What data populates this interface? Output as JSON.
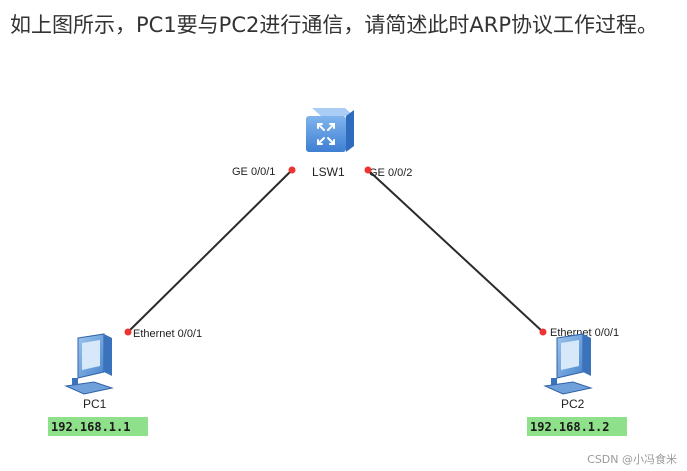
{
  "question": {
    "text": "如上图所示，PC1要与PC2进行通信，请简述此时ARP协议工作过程。"
  },
  "topology": {
    "switch": {
      "name": "LSW1",
      "icon": "switch-icon"
    },
    "switch_port_left": "GE 0/0/1",
    "switch_port_right": "GE 0/0/2",
    "pc1": {
      "name": "PC1",
      "port": "Ethernet 0/0/1",
      "ip": "192.168.1.1",
      "icon": "pc-icon"
    },
    "pc2": {
      "name": "PC2",
      "port": "Ethernet 0/0/1",
      "ip": "192.168.1.2",
      "icon": "pc-icon"
    },
    "link_color": "#2b2b2b",
    "port_dot_color": "#ee3333",
    "ip_highlight_color": "#8ee08a"
  },
  "watermark": "CSDN @小冯食米"
}
